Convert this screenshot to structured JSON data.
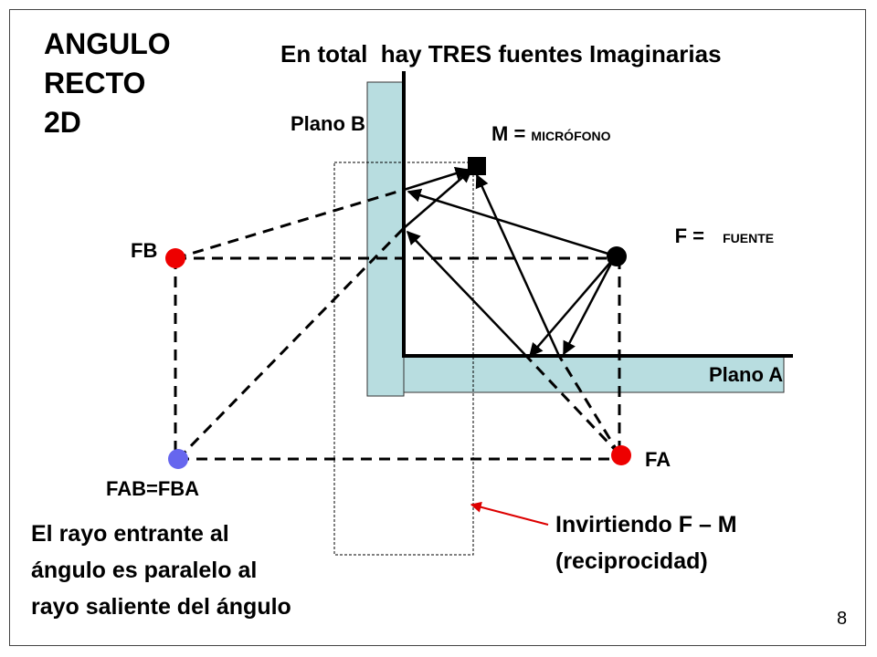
{
  "title": {
    "line1": "ANGULO",
    "line2": "RECTO",
    "line3": "2D"
  },
  "heading": "En total  hay TRES fuentes Imaginarias",
  "labels": {
    "plano_b": "Plano B",
    "plano_a": "Plano A",
    "mic_prefix": "M = ",
    "mic_word": "MICRÓFONO",
    "source_prefix": "F = ",
    "source_word": "FUENTE",
    "fb": "FB",
    "fa": "FA",
    "fab": "FAB=FBA"
  },
  "note": {
    "line1": "El rayo entrante al",
    "line2": "ángulo es paralelo al",
    "line3": "rayo saliente del ángulo"
  },
  "invert_note": {
    "line1": "Invirtiendo F – M",
    "line2": "(reciprocidad)"
  },
  "page_number": "8",
  "colors": {
    "wall": "#b8dde0",
    "real_source": "#000000",
    "image_source": "#ee0000",
    "double_image": "#6666ee",
    "arrow_note": "#dd0000"
  }
}
